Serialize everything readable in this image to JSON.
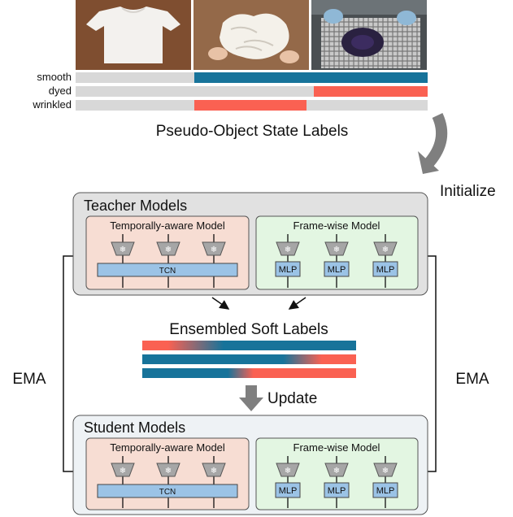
{
  "state_rows": [
    {
      "label": "smooth"
    },
    {
      "label": "dyed"
    },
    {
      "label": "wrinkled"
    }
  ],
  "pseudo_labels_caption": "Pseudo-Object State Labels",
  "initialize_label": "Initialize",
  "teacher": {
    "title": "Teacher Models",
    "temporal": {
      "title": "Temporally-aware Model",
      "tcn_label": "TCN"
    },
    "framewise": {
      "title": "Frame-wise Model",
      "mlp_label": "MLP"
    }
  },
  "ensembled_caption": "Ensembled Soft Labels",
  "update_label": "Update",
  "ema_left": "EMA",
  "ema_right": "EMA",
  "student": {
    "title": "Student Models",
    "temporal": {
      "title": "Temporally-aware Model",
      "tcn_label": "TCN"
    },
    "framewise": {
      "title": "Frame-wise Model",
      "mlp_label": "MLP"
    }
  },
  "colors": {
    "blue": "#17739a",
    "red": "#fa6152",
    "gray_bar": "#d8d8d8",
    "peach_box": "#f7ddd3",
    "green_box": "#e3f6e2",
    "outer_box": "#e1e1e1",
    "student_box": "#eef2f5",
    "block_blue": "#9bc3e6",
    "encoder_gray": "#a6a6a6",
    "arrow_gray": "#7f7f7f"
  }
}
